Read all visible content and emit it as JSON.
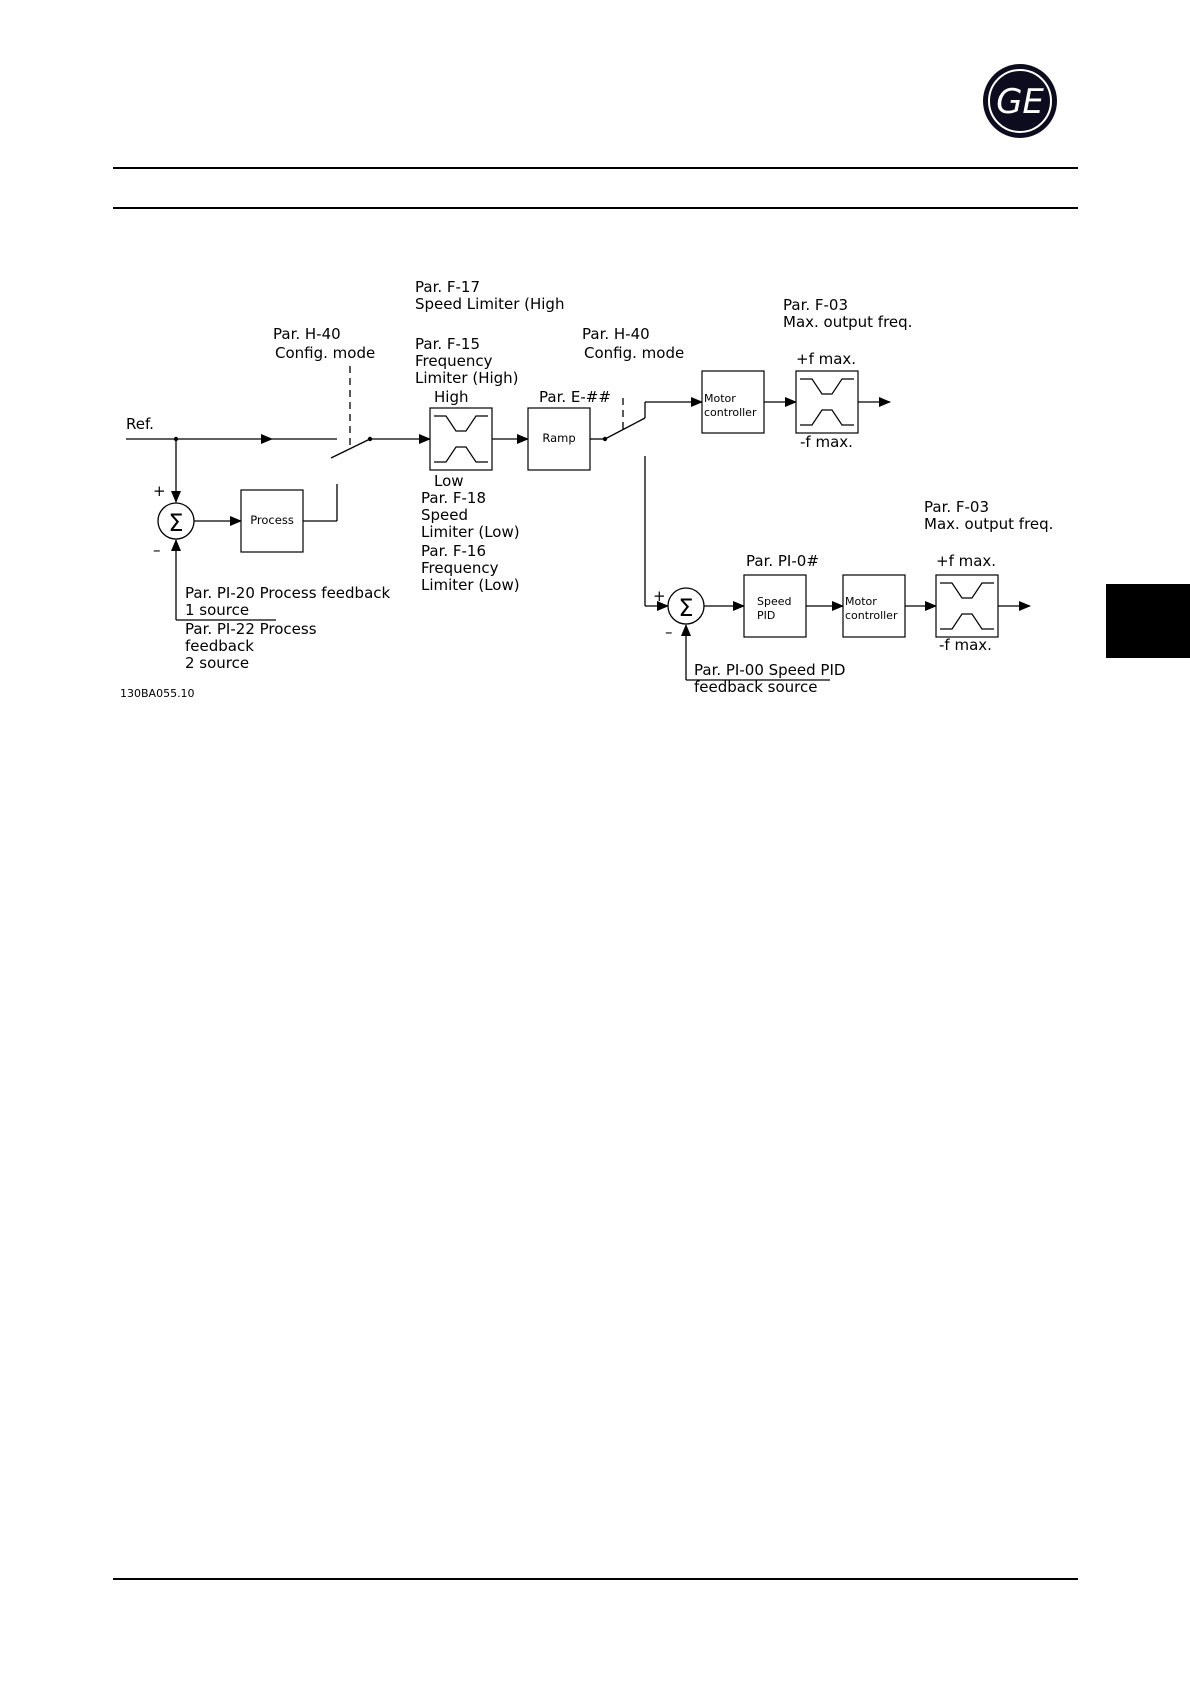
{
  "brand": {
    "logo_text": "GE"
  },
  "diagram": {
    "ref": "Ref.",
    "plus": "+",
    "minus": "–",
    "sigma": "Σ",
    "process": "Process",
    "ramp": "Ramp",
    "motor_controller_1": [
      "Motor",
      "controller"
    ],
    "motor_controller_2": [
      "Motor",
      "controller"
    ],
    "speed_pid": [
      "Speed",
      "PID"
    ],
    "high": "High",
    "low": "Low",
    "par_f17": [
      "Par. F-17",
      "Speed Limiter (High"
    ],
    "par_h40_left": [
      "Par. H-40",
      "Config. mode"
    ],
    "par_f15": [
      "Par. F-15",
      "Frequency",
      "Limiter (High)"
    ],
    "par_h40_right": [
      "Par. H-40",
      "Config. mode"
    ],
    "par_e": "Par. E-##",
    "par_f03_top": [
      "Par. F-03",
      "Max. output freq."
    ],
    "fmax_plus_top": "+f max.",
    "fmax_minus_top": "-f max.",
    "par_f18": [
      "Par. F-18",
      "Speed",
      "Limiter (Low)"
    ],
    "par_f16": [
      "Par. F-16",
      "Frequency",
      "Limiter (Low)"
    ],
    "par_pi20": [
      "Par. PI-20 Process feedback",
      "1 source"
    ],
    "par_pi22": [
      "Par. PI-22 Process",
      "feedback",
      "2 source"
    ],
    "par_f03_bottom": [
      "Par. F-03",
      "Max. output freq."
    ],
    "par_pi0": "Par. PI-0#",
    "fmax_plus_bottom": "+f max.",
    "fmax_minus_bottom": "-f max.",
    "par_pi00": [
      "Par. PI-00 Speed PID",
      "feedback source"
    ],
    "figure_code": "130BA055.10"
  }
}
